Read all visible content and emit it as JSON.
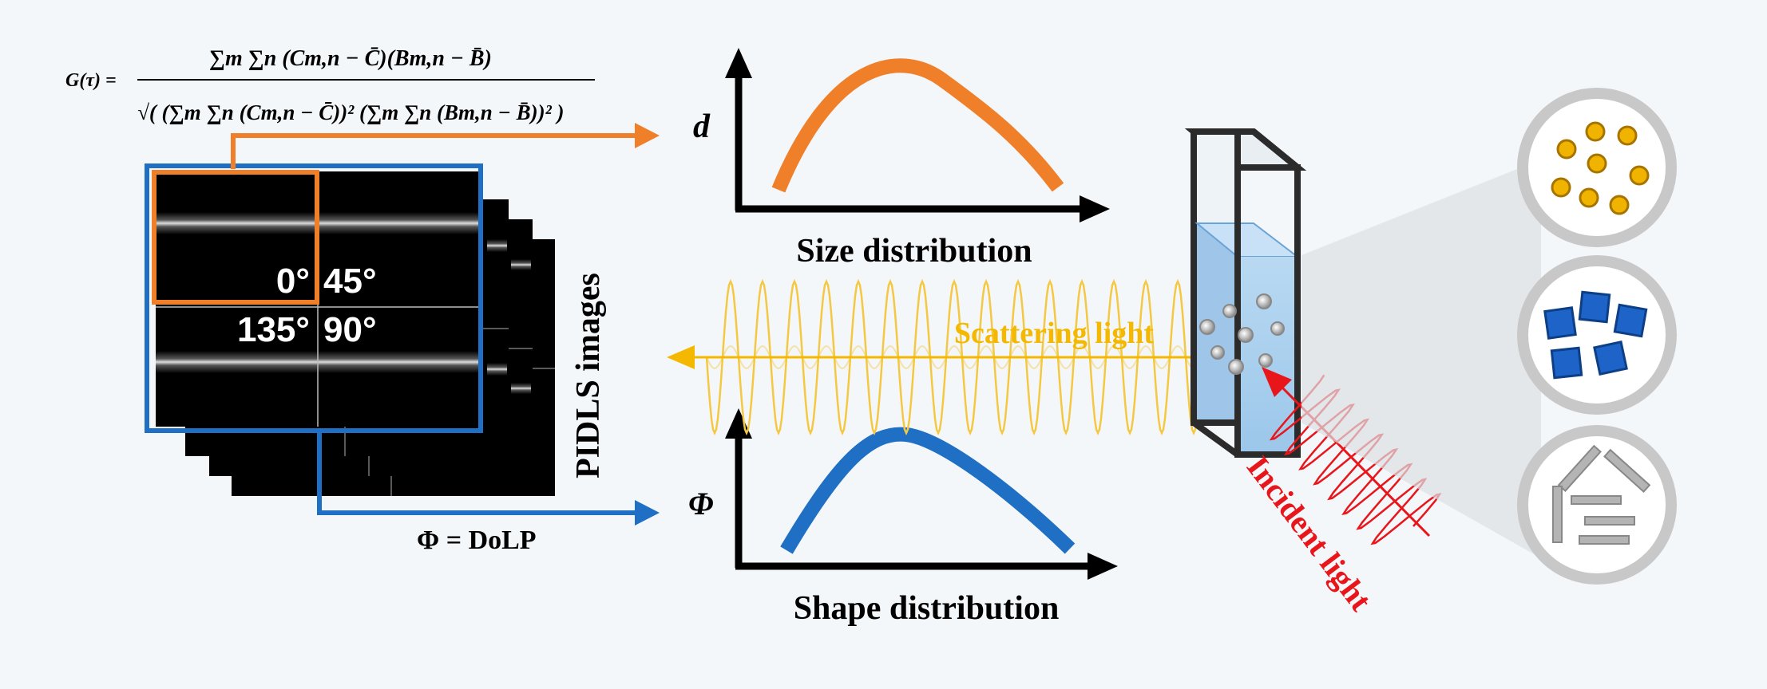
{
  "formula": {
    "lhs": "G(τ) =",
    "numerator": "∑m ∑n (Cm,n − C̄)(Bm,n − B̄)",
    "denominator": "√( (∑m ∑n (Cm,n − C̄))² (∑m ∑n (Bm,n − B̄))² )"
  },
  "images": {
    "labels": {
      "deg0": "0°",
      "deg45": "45°",
      "deg135": "135°",
      "deg90": "90°"
    },
    "stack_label": "PIDLS images",
    "phi_label": "Φ = DoLP"
  },
  "size_chart": {
    "ylabel": "d",
    "caption": "Size distribution",
    "color": "#f07f2a"
  },
  "shape_chart": {
    "ylabel": "Φ",
    "caption": "Shape distribution",
    "color": "#1f6fc4"
  },
  "light": {
    "scattering_label": "Scattering light",
    "scattering_color": "#f5b800",
    "incident_label": "Incident light",
    "incident_color": "#e8151b"
  },
  "shapes": [
    "circles",
    "squares",
    "rods"
  ],
  "colors": {
    "orange": "#f07f2a",
    "blue": "#1f6fc4",
    "dot_fill": "#f0b400",
    "square_fill": "#1e64c8",
    "rod_fill": "#b4b4b4",
    "circle_ring": "#c8c8c8"
  }
}
